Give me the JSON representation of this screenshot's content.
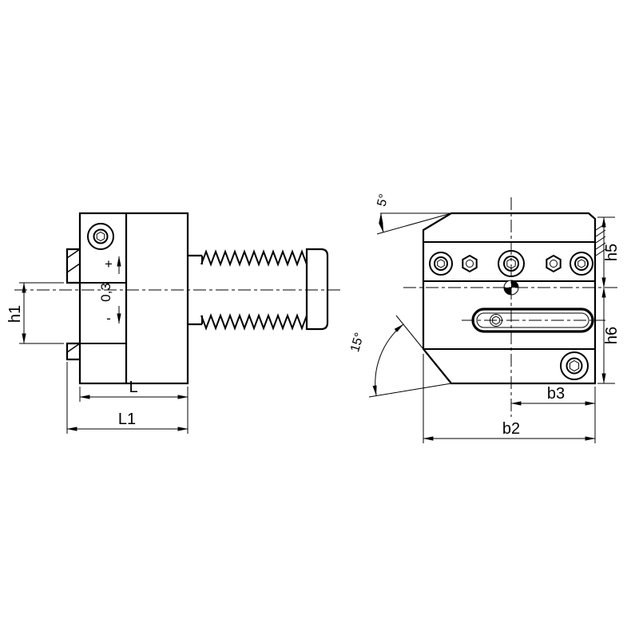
{
  "drawing": {
    "type": "technical-drawing-tool-holder",
    "left_view": {
      "dim_h1": "h1",
      "tol_plus": "+",
      "tol_value": "0,3",
      "tol_minus": "-",
      "dim_L": "L",
      "dim_L1": "L1"
    },
    "right_view": {
      "angle_top": "5°",
      "angle_bottom": "15°",
      "dim_h5": "h5",
      "dim_h6": "h6",
      "dim_b3": "b3",
      "dim_b2": "b2"
    },
    "colors": {
      "ink": "#000000",
      "paper": "#ffffff"
    }
  }
}
